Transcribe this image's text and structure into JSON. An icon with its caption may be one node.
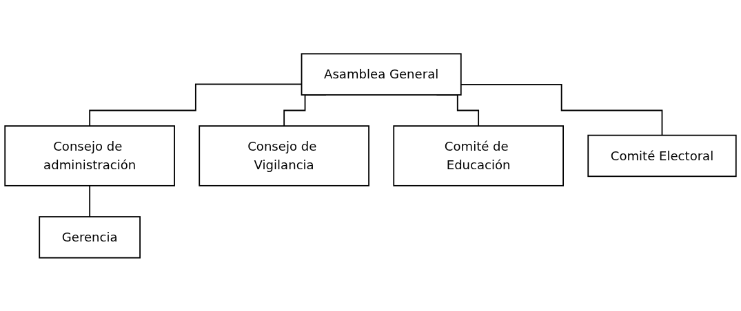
{
  "diagram": {
    "nodes": [
      {
        "text": [
          "Asamblea General"
        ]
      },
      {
        "text": [
          "Consejo de administración"
        ]
      },
      {
        "text": [
          "Consejo de Vigilancia"
        ]
      },
      {
        "text": [
          "Comité de Educación"
        ]
      },
      {
        "text": [
          "Comité Electoral"
        ]
      },
      {
        "text": [
          "Gerencia"
        ]
      }
    ],
    "edges": [
      {
        "from": 0,
        "to": 1,
        "arrow": "none"
      },
      {
        "from": 0,
        "to": 2,
        "arrow": "none"
      },
      {
        "from": 0,
        "to": 3,
        "arrow": "none"
      },
      {
        "from": 0,
        "to": 4,
        "arrow": "none"
      },
      {
        "from": 1,
        "to": 5,
        "arrow": "none"
      }
    ]
  }
}
